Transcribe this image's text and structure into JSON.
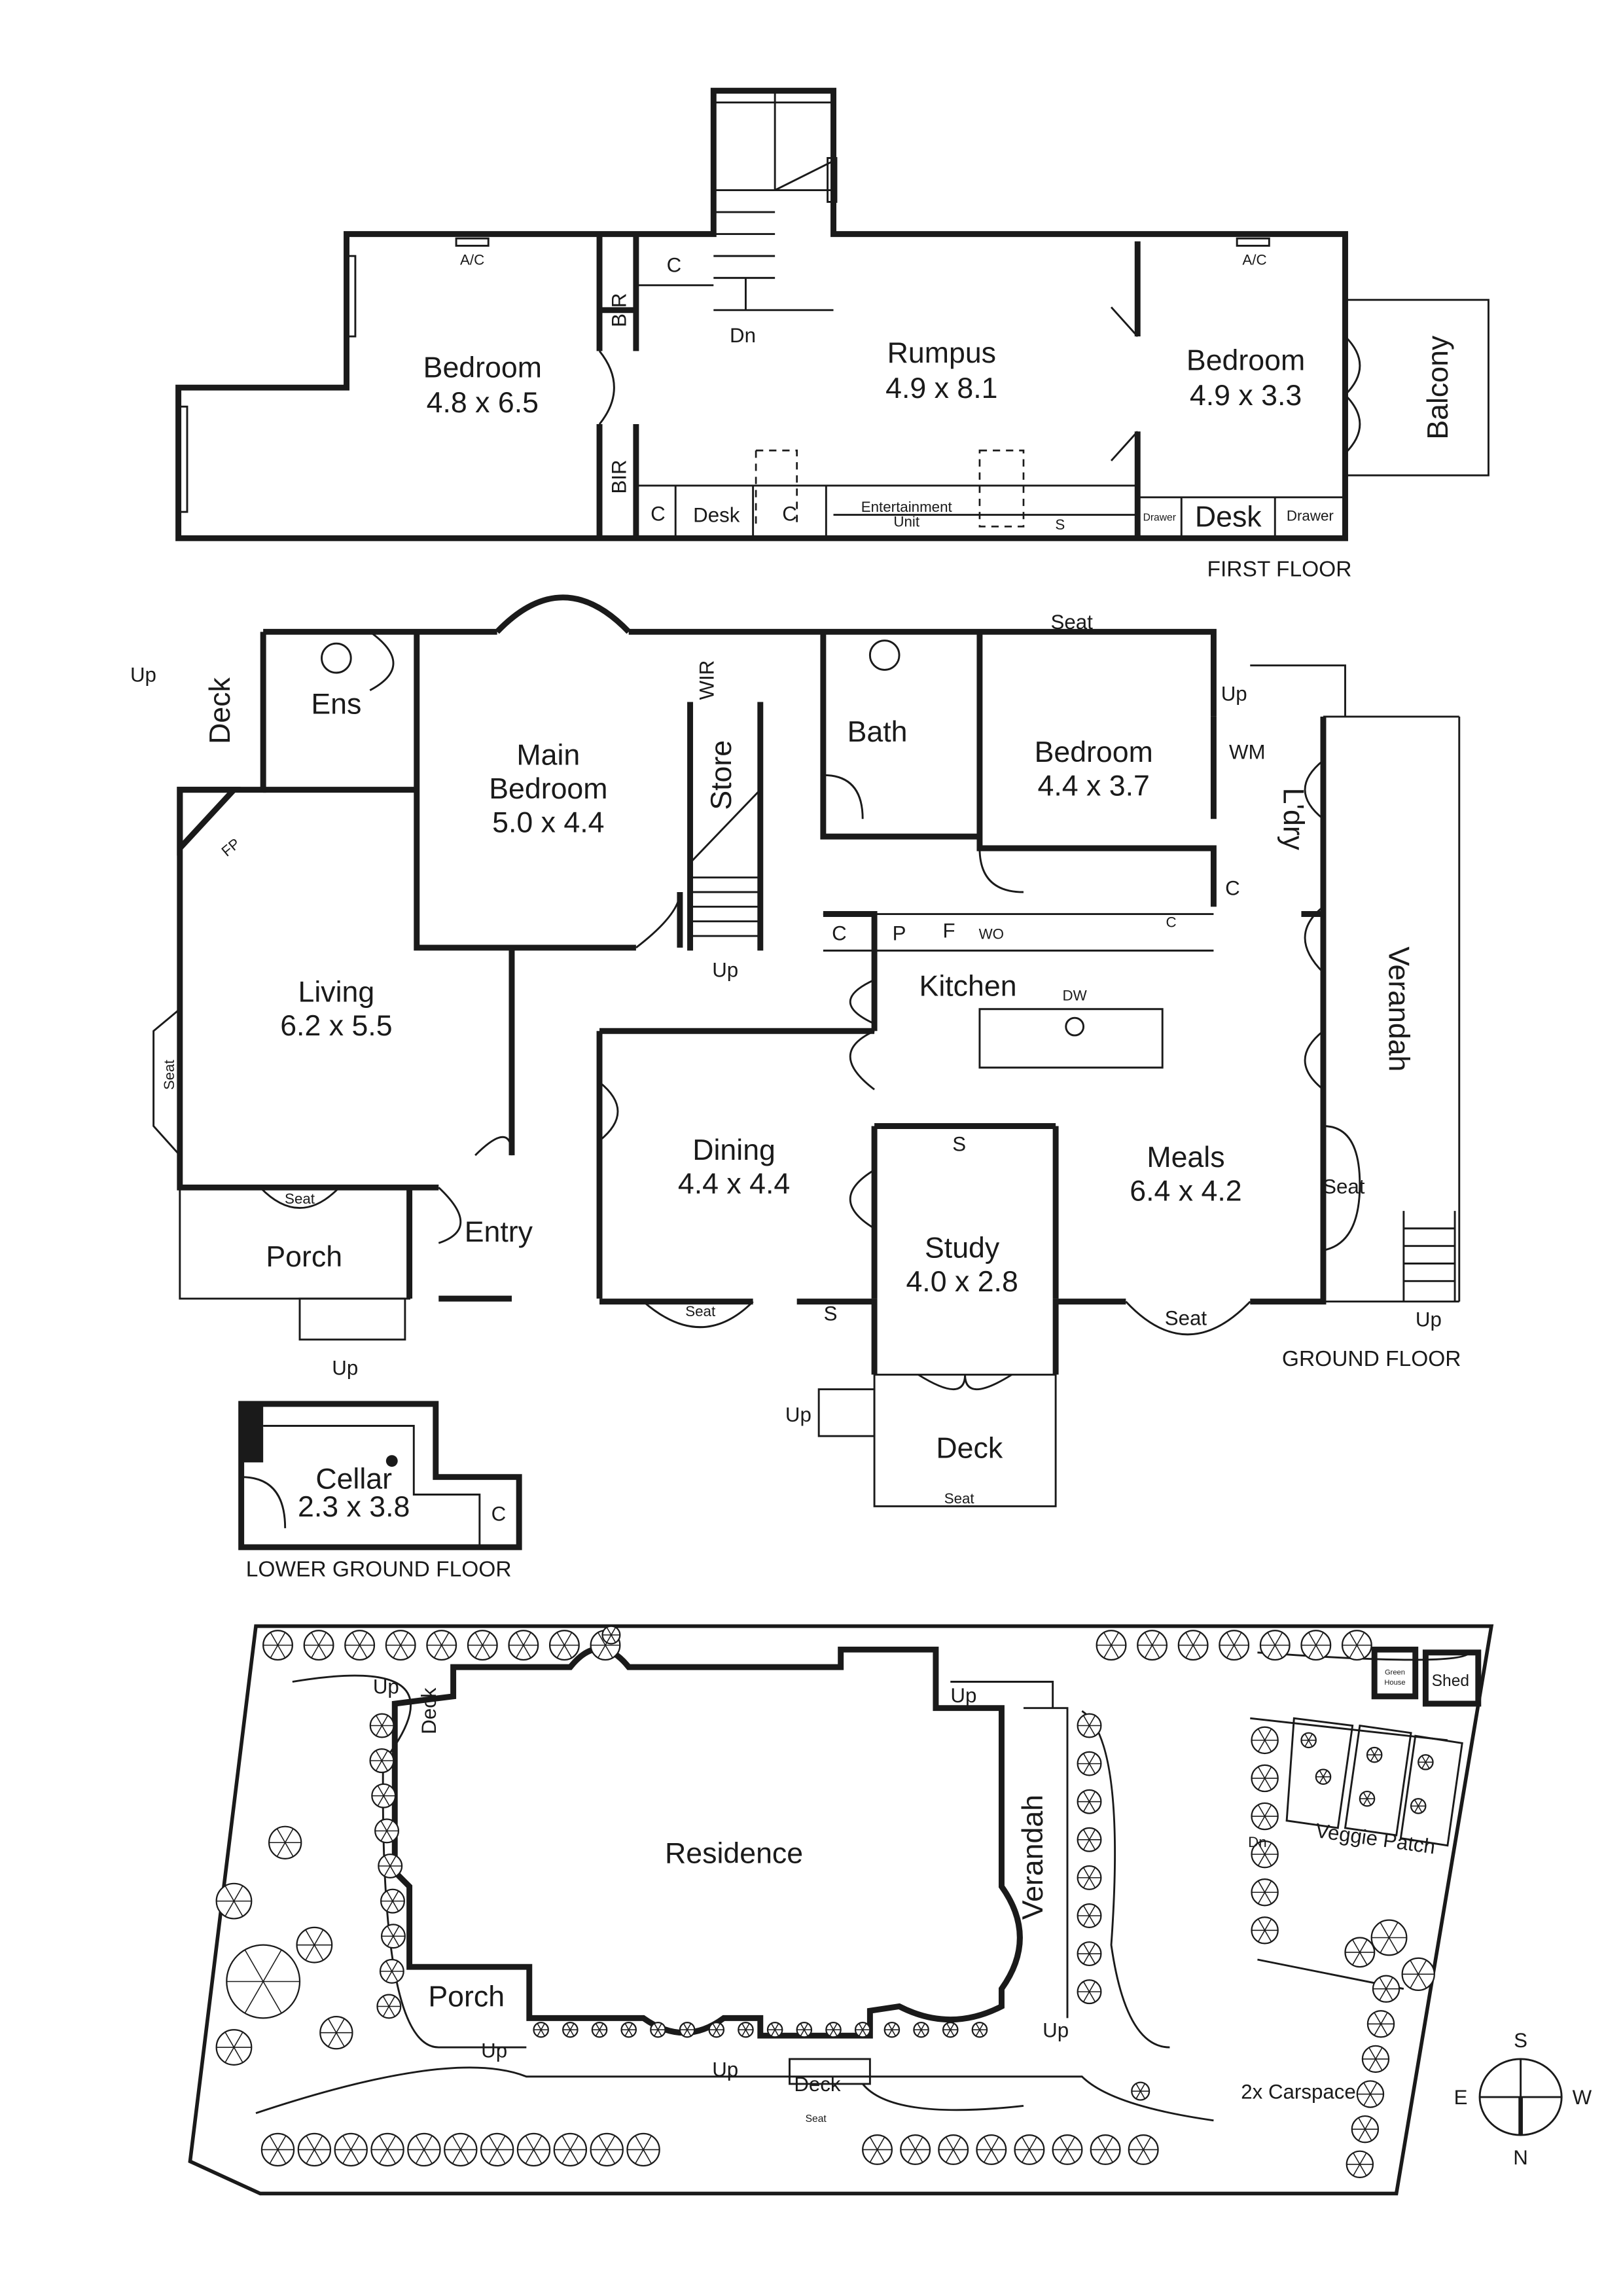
{
  "colors": {
    "ink": "#1a1a1a",
    "background": "#ffffff"
  },
  "first_floor": {
    "title": "FIRST FLOOR",
    "ac_left": "A/C",
    "ac_right": "A/C",
    "bir_top": "BIR",
    "bir_bottom": "BIR",
    "cupboard_top": "C",
    "stairs_down": "Dn",
    "bedroom_left": {
      "name": "Bedroom",
      "size": "4.8 x 6.5"
    },
    "rumpus": {
      "name": "Rumpus",
      "size": "4.9 x 8.1"
    },
    "bedroom_right": {
      "name": "Bedroom",
      "size": "4.9 x 3.3"
    },
    "balcony": "Balcony",
    "cupboard_bottom": "C",
    "desk_left": "Desk",
    "cupboard_mid": "C",
    "entertainment_1": "Entertainment",
    "entertainment_2": "Unit",
    "shelf": "S",
    "drawer_left": "Drawer",
    "desk_right": "Desk",
    "drawer_right": "Drawer"
  },
  "ground_floor": {
    "title": "GROUND FLOOR",
    "deck_up": "Up",
    "deck": "Deck",
    "ensuite": "Ens",
    "fireplace": "FP",
    "main_bedroom": {
      "name1": "Main",
      "name2": "Bedroom",
      "size": "5.0 x 4.4"
    },
    "wir": "WIR",
    "store": "Store",
    "stairs_up": "Up",
    "bath": "Bath",
    "bedroom_seat": "Seat",
    "bedroom": {
      "name": "Bedroom",
      "size": "4.4 x 3.7"
    },
    "laundry_up": "Up",
    "wm": "WM",
    "laundry": "L'dry",
    "laundry_c": "C",
    "kitchen_c1": "C",
    "pantry": "P",
    "fridge": "F",
    "wall_oven": "WO",
    "kitchen_c2": "C",
    "kitchen": "Kitchen",
    "dishwasher": "DW",
    "verandah": "Verandah",
    "living": {
      "name": "Living",
      "size": "6.2 x 5.5"
    },
    "living_seat": "Seat",
    "porch_seat": "Seat",
    "porch": "Porch",
    "porch_up": "Up",
    "entry": "Entry",
    "dining": {
      "name": "Dining",
      "size": "4.4 x 4.4"
    },
    "dining_seat": "Seat",
    "study_s": "S",
    "study_shelf": "S",
    "study": {
      "name": "Study",
      "size": "4.0 x 2.8"
    },
    "meals": {
      "name": "Meals",
      "size": "6.4 x 4.2"
    },
    "meals_seat_side": "Seat",
    "meals_seat_bottom": "Seat",
    "verandah_up": "Up",
    "deck_rear_up": "Up",
    "deck_rear": "Deck",
    "deck_rear_seat": "Seat"
  },
  "lower_ground": {
    "title": "LOWER GROUND FLOOR",
    "cellar": {
      "name": "Cellar",
      "size": "2.3 x 3.8"
    },
    "cupboard": "C"
  },
  "site": {
    "deck_up": "Up",
    "deck": "Deck",
    "residence": "Residence",
    "verandah_up": "Up",
    "verandah": "Verandah",
    "porch": "Porch",
    "porch_up": "Up",
    "rear_up": "Up",
    "rear_deck_up": "Up",
    "rear_deck": "Deck",
    "rear_seat": "Seat",
    "green_house_1": "Green",
    "green_house_2": "House",
    "shed": "Shed",
    "veggie_patch": "Veggie Patch",
    "down": "Dn",
    "carspace": "2x Carspace"
  },
  "compass": {
    "top": "S",
    "left": "E",
    "right": "W",
    "bottom": "N"
  }
}
